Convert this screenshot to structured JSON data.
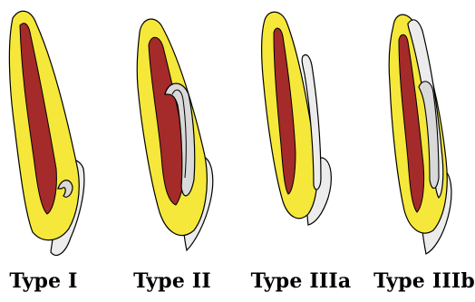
{
  "labels": {
    "type_i": "Type I",
    "type_ii": "Type II",
    "type_iiia": "Type IIIa",
    "type_iiib": "Type IIIb"
  },
  "colors": {
    "dentin": "#f5e83a",
    "pulp": "#a52a2a",
    "enamel": "#ececec",
    "invagination": "#d9d9d9",
    "outline": "#000000"
  }
}
